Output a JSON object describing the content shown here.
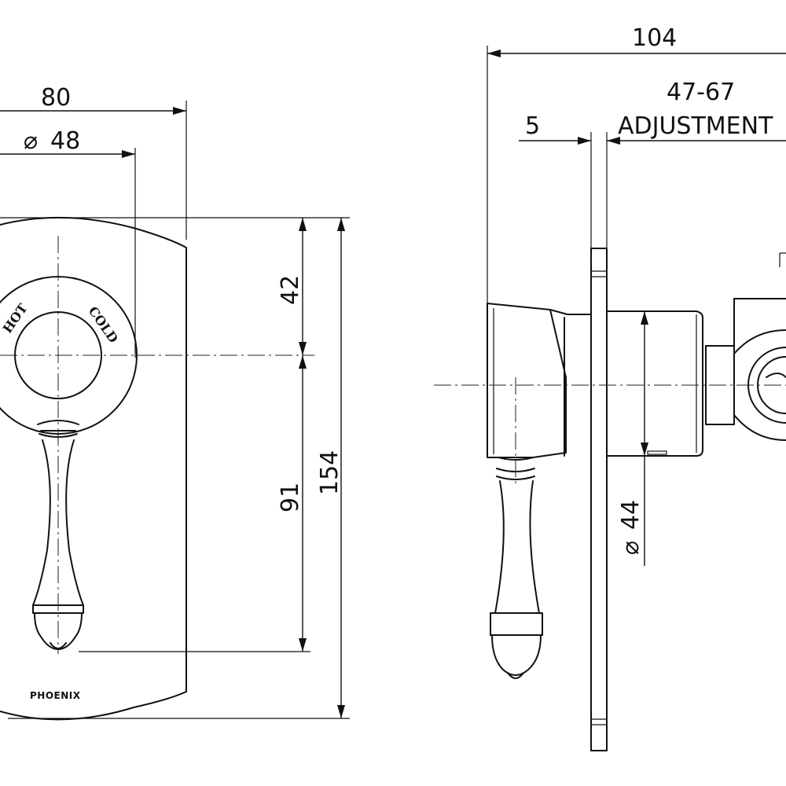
{
  "dimensions": {
    "front_width": "80",
    "dial_diameter": "48",
    "top_to_axis": "42",
    "axis_to_lever": "91",
    "total_height": "154",
    "total_depth": "104",
    "adjustment_range": "47-67",
    "adjustment_label": "ADJUSTMENT",
    "plate_thickness": "5",
    "body_diameter": "44",
    "diameter_symbol": "⌀"
  },
  "labels": {
    "hot": "HOT",
    "cold": "COLD",
    "brand": "PHOENIX"
  }
}
